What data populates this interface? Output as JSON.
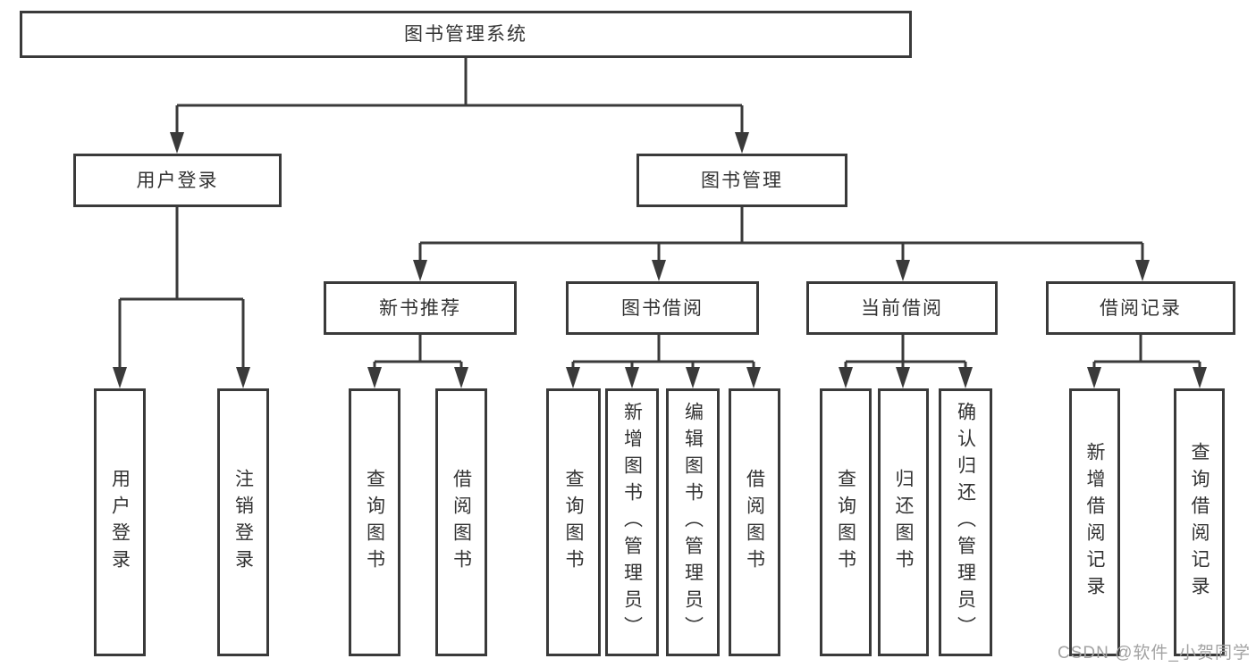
{
  "colors": {
    "line": "#3a3a3a",
    "text": "#333333",
    "watermark": "#a3a3a3",
    "background": "#ffffff"
  },
  "nodes": {
    "root": "图书管理系统",
    "user_login": "用户登录",
    "book_mgmt": "图书管理",
    "new_book_rec": "新书推荐",
    "book_borrow": "图书借阅",
    "current_borrow": "当前借阅",
    "borrow_record": "借阅记录",
    "leaf_user_login": "用户登录",
    "leaf_logout": "注销登录",
    "rec_query_book": "查询图书",
    "rec_borrow_book": "借阅图书",
    "bor_query_book": "查询图书",
    "bor_add_book": "新增图书（管理员）",
    "bor_edit_book": "编辑图书（管理员）",
    "bor_borrow_book": "借阅图书",
    "cur_query_book": "查询图书",
    "cur_return_book": "归还图书",
    "cur_confirm_return": "确认归还（管理员）",
    "recd_add_record": "新增借阅记录",
    "recd_query_record": "查询借阅记录"
  },
  "watermark": "CSDN @软件_小贺同学"
}
